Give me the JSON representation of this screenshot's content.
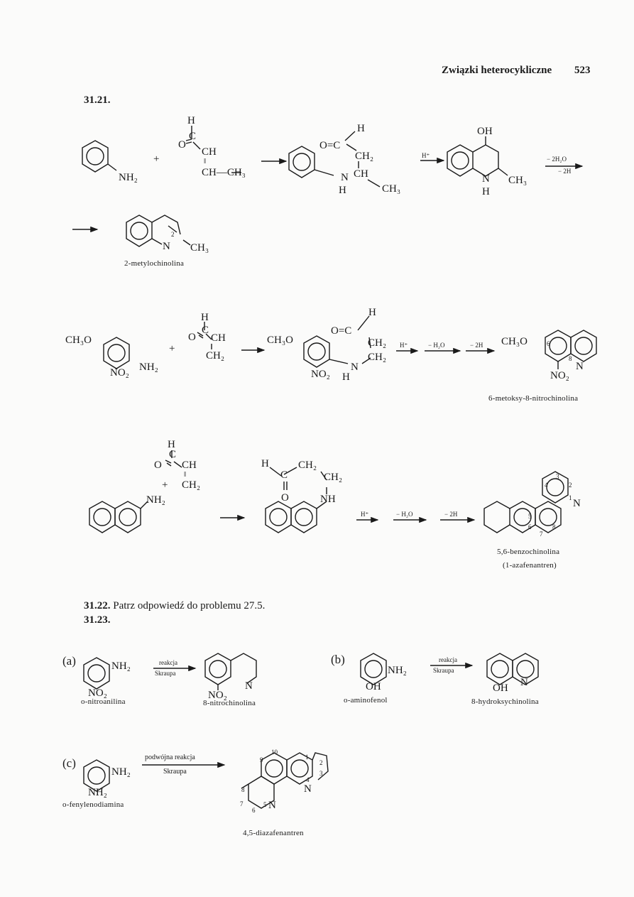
{
  "header": {
    "title": "Związki heterocykliczne",
    "page_number": "523"
  },
  "problems": {
    "p3121": {
      "number": "31.21."
    },
    "p3122": {
      "number": "31.22.",
      "text": "Patrz odpowiedź do problemu 27.5."
    },
    "p3123": {
      "number": "31.23."
    }
  },
  "scheme1": {
    "H_top": "H",
    "O_ald": "O",
    "C_ald": "C",
    "CH": "CH",
    "dbl": "‖",
    "CH_CH3": "CH—CH₃",
    "NH2": "NH₂",
    "plus": "+",
    "int_H": "H",
    "int_OC": "O=C",
    "int_CH2": "CH₂",
    "int_N": "N",
    "int_CH": "CH",
    "int_Hn": "H",
    "int_CH3": "CH₃",
    "hplus": "H⁺",
    "OH": "OH",
    "thq_N": "N",
    "thq_H": "H",
    "thq_CH3": "CH₃",
    "minus2H2O": "− 2H₂O",
    "minus2H": "− 2H",
    "prod_N": "N",
    "prod_2": "2",
    "prod_CH3": "CH₃",
    "caption": "2-metylochinolina"
  },
  "scheme2": {
    "CH3O": "CH₃O",
    "NO2": "NO₂",
    "NH2": "NH₂",
    "plus": "+",
    "H": "H",
    "O": "O",
    "C": "C",
    "CH": "CH",
    "CH2": "CH₂",
    "int_CH3O": "CH₃O",
    "int_H": "H",
    "int_OC": "O=C",
    "int_CH2a": "CH₂",
    "int_CH2b": "CH₂",
    "int_NO2": "NO₂",
    "int_N": "N",
    "int_Hn": "H",
    "hplus": "H⁺",
    "minusH2O": "− H₂O",
    "minus2H": "− 2H",
    "prod_CH3O": "CH₃O",
    "prod_6": "6",
    "prod_8": "8",
    "prod_N": "N",
    "prod_NO2": "NO₂",
    "caption": "6-metoksy-8-nitrochinolina"
  },
  "scheme3": {
    "H": "H",
    "C": "C",
    "O": "O",
    "CH": "CH",
    "dbl": "‖",
    "CH2": "CH₂",
    "plus": "+",
    "NH2": "NH₂",
    "int_H": "H",
    "int_C": "C",
    "int_CH2a": "CH₂",
    "int_CH2b": "CH₂",
    "int_O": "O",
    "int_NH": "NH",
    "hplus": "H⁺",
    "minusH2O": "− H₂O",
    "minus2H": "− 2H",
    "n1": "1",
    "n2": "2",
    "n3": "3",
    "n4": "4",
    "n5": "5",
    "n6": "6",
    "n7": "7",
    "n8": "8",
    "N": "N",
    "caption1": "5,6-benzochinolina",
    "caption2": "(1-azafenantren)"
  },
  "part_a": {
    "label": "(a)",
    "NH2": "NH₂",
    "NO2": "NO₂",
    "caption": "o-nitroanilina",
    "arrow_top": "reakcja",
    "arrow_bottom": "Skraupa",
    "prod_NO2": "NO₂",
    "prod_N": "N",
    "prod_caption": "8-nitrochinolina"
  },
  "part_b": {
    "label": "(b)",
    "NH2": "NH₂",
    "OH": "OH",
    "caption": "o-aminofenol",
    "arrow_top": "reakcja",
    "arrow_bottom": "Skraupa",
    "prod_OH": "OH",
    "prod_N": "N",
    "prod_caption": "8-hydroksychinolina"
  },
  "part_c": {
    "label": "(c)",
    "NH2a": "NH₂",
    "NH2b": "NH₂",
    "caption": "o-fenylenodiamina",
    "arrow_top": "podwójna reakcja",
    "arrow_bottom": "Skraupa",
    "n1": "1",
    "n2": "2",
    "n3": "3",
    "n4": "4",
    "n5": "5",
    "n6": "6",
    "n7": "7",
    "n8": "8",
    "n9": "9",
    "n10": "10",
    "N4": "N",
    "N5": "N",
    "prod_caption": "4,5-diazafenantren"
  }
}
